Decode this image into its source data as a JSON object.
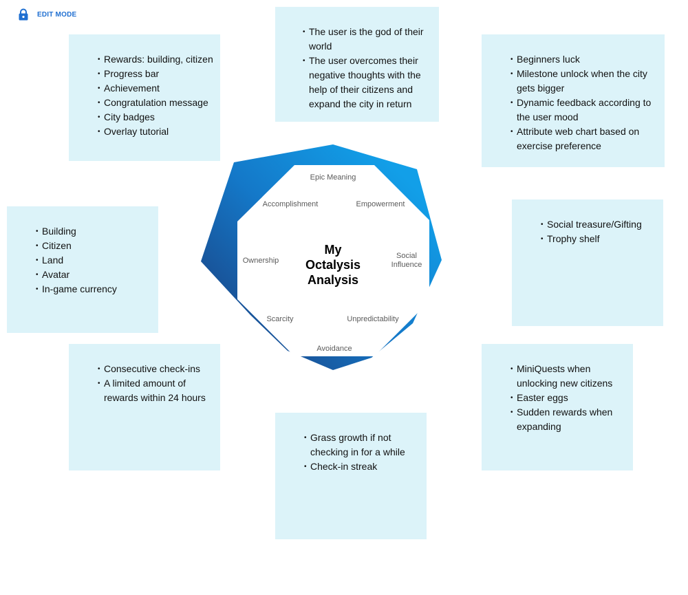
{
  "header": {
    "mode_label": "EDIT MODE",
    "lock_icon": "lock-icon",
    "accent": "#1f6fd1"
  },
  "diagram": {
    "title_lines": [
      "My",
      "Octalysis",
      "Analysis"
    ],
    "drives": {
      "epic_meaning": "Epic Meaning",
      "accomplishment": "Accomplishment",
      "empowerment": "Empowerment",
      "ownership": "Ownership",
      "social_influence_line1": "Social",
      "social_influence_line2": "Influence",
      "scarcity": "Scarcity",
      "unpredictability": "Unpredictability",
      "avoidance": "Avoidance"
    },
    "colors": {
      "gradient_light": "#129fe8",
      "gradient_dark": "#1a4789",
      "note_bg": "#dcf3f9"
    }
  },
  "notes": {
    "epic_meaning": [
      "The user is the god of their world",
      "The user overcomes their negative thoughts with the help of their citizens and expand the city in return"
    ],
    "accomplishment": [
      "Rewards: building, citizen",
      "Progress bar",
      "Achievement",
      "Congratulation message",
      "City badges",
      "Overlay tutorial"
    ],
    "empowerment": [
      "Beginners luck",
      "Milestone unlock when the city gets bigger",
      "Dynamic feedback according to the user mood",
      "Attribute web chart based on exercise preference"
    ],
    "ownership": [
      "Building",
      "Citizen",
      "Land",
      "Avatar",
      "In-game currency"
    ],
    "social_influence": [
      "Social treasure/Gifting",
      "Trophy shelf"
    ],
    "scarcity": [
      "Consecutive check-ins",
      "A limited amount of rewards within 24 hours"
    ],
    "unpredictability": [
      "MiniQuests when unlocking new citizens",
      "Easter eggs",
      "Sudden rewards when expanding"
    ],
    "avoidance": [
      "Grass growth if not checking in for a while",
      "Check-in streak"
    ]
  }
}
